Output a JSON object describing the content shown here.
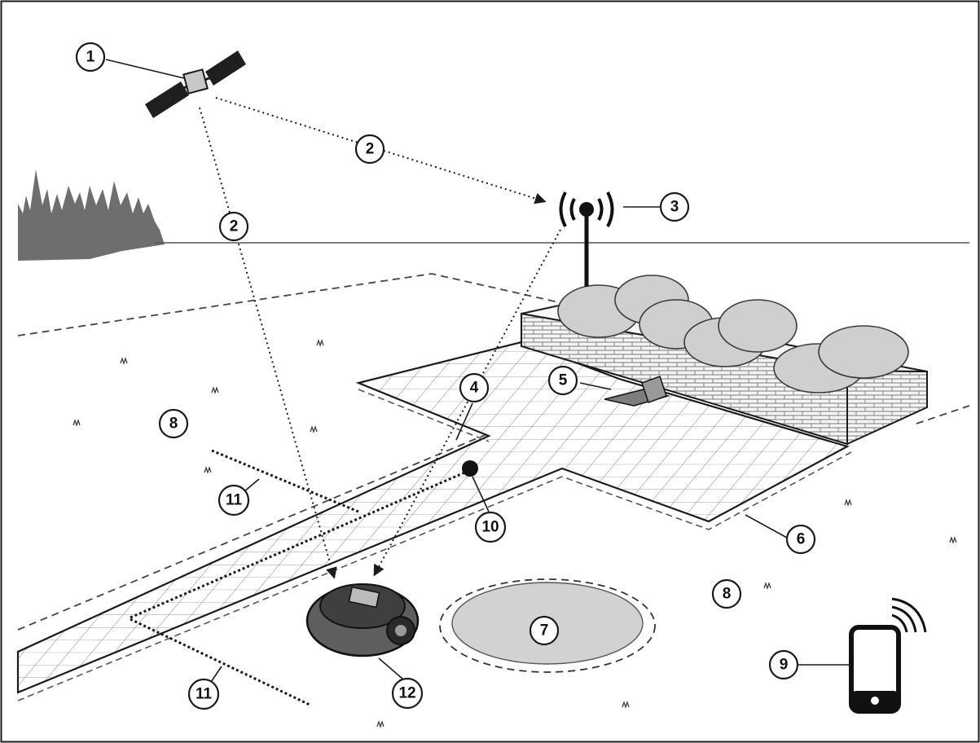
{
  "diagram": {
    "callouts": [
      {
        "id": "c1",
        "label": "1"
      },
      {
        "id": "c2a",
        "label": "2"
      },
      {
        "id": "c2b",
        "label": "2"
      },
      {
        "id": "c3",
        "label": "3"
      },
      {
        "id": "c4",
        "label": "4"
      },
      {
        "id": "c5",
        "label": "5"
      },
      {
        "id": "c6",
        "label": "6"
      },
      {
        "id": "c7",
        "label": "7"
      },
      {
        "id": "c8a",
        "label": "8"
      },
      {
        "id": "c8b",
        "label": "8"
      },
      {
        "id": "c9",
        "label": "9"
      },
      {
        "id": "c10",
        "label": "10"
      },
      {
        "id": "c11a",
        "label": "11"
      },
      {
        "id": "c11b",
        "label": "11"
      },
      {
        "id": "c12",
        "label": "12"
      }
    ],
    "colors": {
      "outline": "#1a1a1a",
      "tree_gray": "#6e6e6e",
      "bush_gray": "#c9c9c9",
      "wall_fill": "#f2f2f2",
      "paving_fill": "#ffffff"
    },
    "icons": [
      "satellite-icon",
      "antenna-icon",
      "charging-station-icon",
      "robotic-mower-icon",
      "smartphone-icon",
      "wifi-icon",
      "tree-line-icon",
      "bush-icon",
      "grass-tuft-icon"
    ]
  }
}
